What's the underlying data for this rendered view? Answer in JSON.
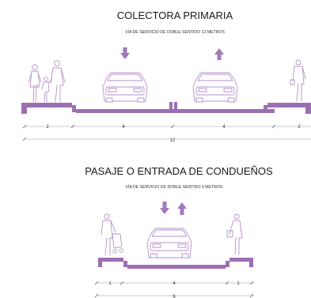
{
  "colors": {
    "accent": "#a07ab8",
    "road": "#9c6fb3",
    "stroke": "#b592c8",
    "dark": "#7a4f93"
  },
  "section1": {
    "title": "COLECTORA PRIMARIA",
    "subtitle": "VÍA DE SERVICIO DE DOBLE SENTIDO 12 METROS",
    "dims": [
      "2",
      "4",
      "4",
      "2"
    ],
    "total": "12",
    "arrows": [
      "arrow-down-icon",
      "arrow-up-icon"
    ]
  },
  "section2": {
    "title": "PASAJE O ENTRADA DE CONDUEÑOS",
    "subtitle": "VÍA DE SERVICIO DE DOBLE SENTIDO 6 METROS",
    "dims": [
      "1",
      "4",
      "1"
    ],
    "total": "6",
    "arrows": [
      "arrow-down-icon",
      "arrow-up-icon"
    ]
  }
}
